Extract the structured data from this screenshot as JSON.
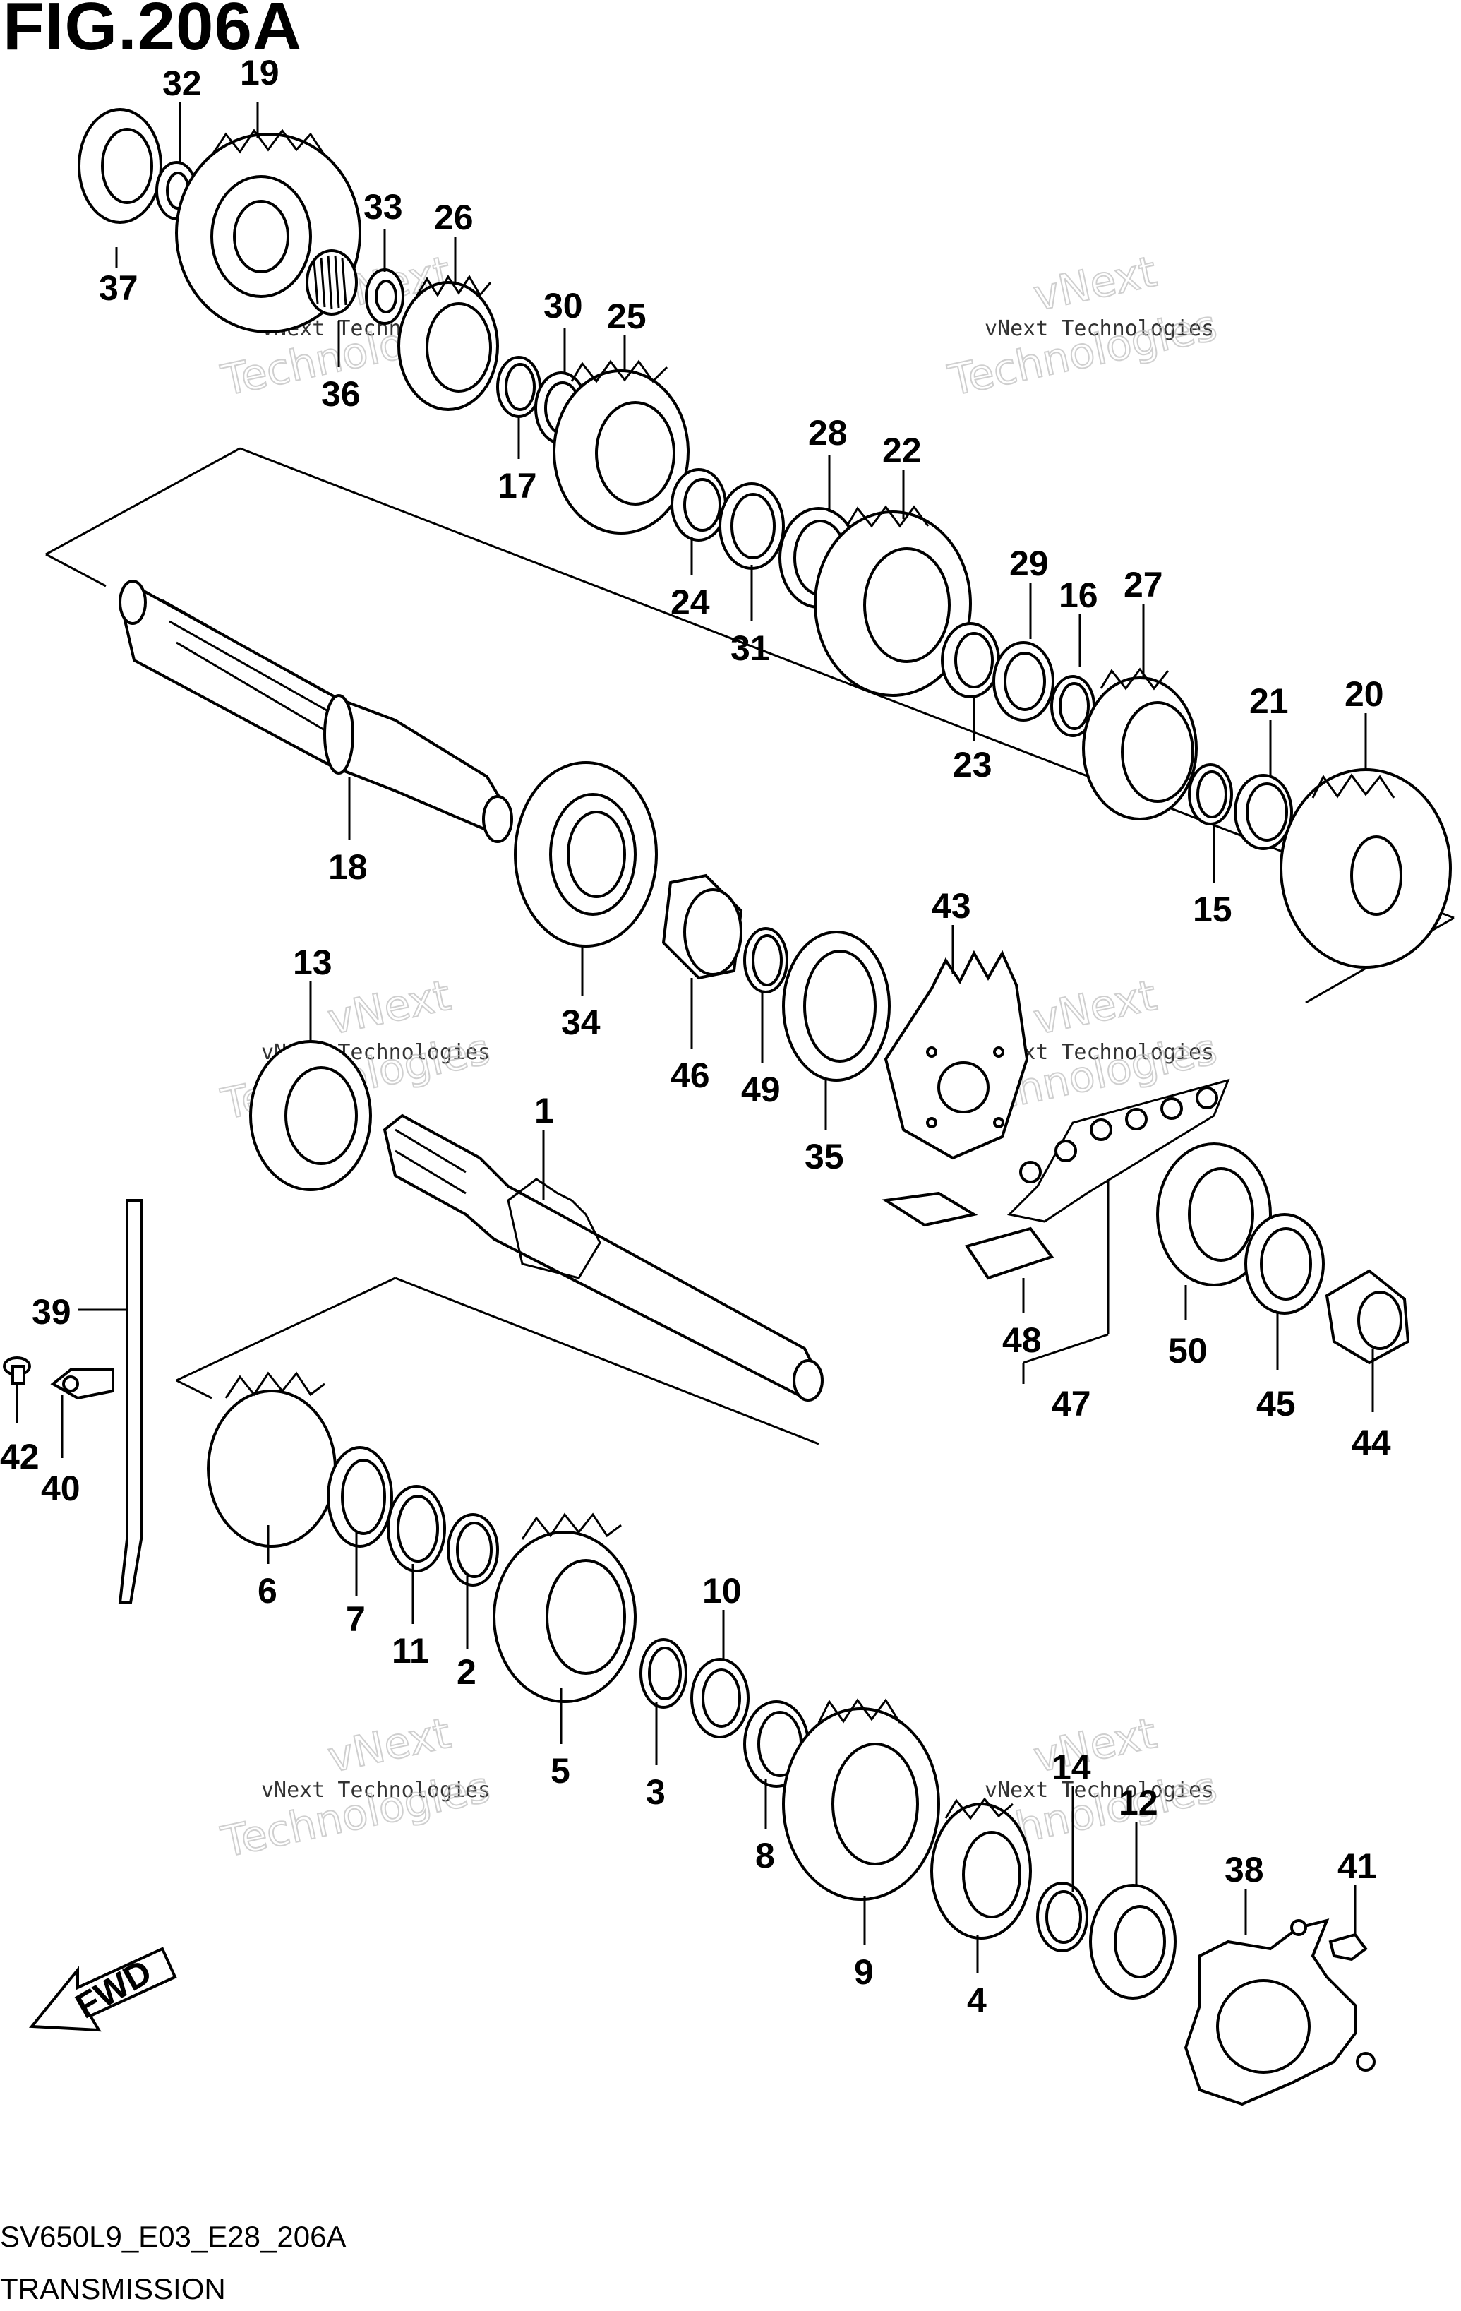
{
  "figure": {
    "title": "FIG.206A",
    "model_code": "SV650L9_E03_E28_206A",
    "caption": "TRANSMISSION"
  },
  "watermark": {
    "line1": "vNext Technologies",
    "line2": "vNext",
    "line3": "Technologies"
  },
  "direction_arrow": {
    "label": "FWD"
  },
  "callouts": [
    "32",
    "19",
    "37",
    "33",
    "26",
    "36",
    "30",
    "25",
    "17",
    "28",
    "22",
    "24",
    "31",
    "29",
    "16",
    "27",
    "23",
    "21",
    "20",
    "15",
    "18",
    "34",
    "46",
    "49",
    "35",
    "43",
    "13",
    "1",
    "39",
    "42",
    "40",
    "48",
    "50",
    "45",
    "44",
    "47",
    "6",
    "7",
    "11",
    "2",
    "10",
    "5",
    "3",
    "8",
    "9",
    "14",
    "12",
    "4",
    "38",
    "41"
  ]
}
